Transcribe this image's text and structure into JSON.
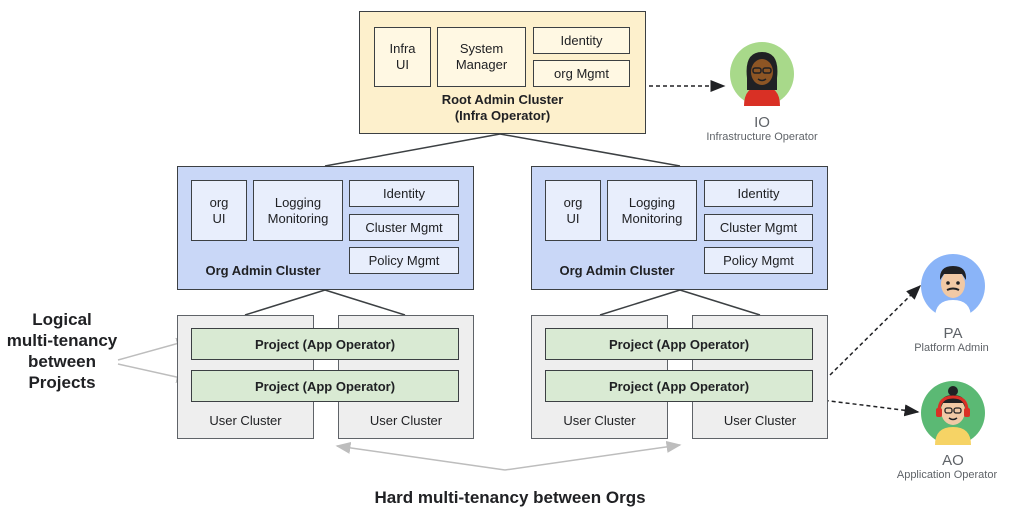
{
  "root_cluster": {
    "components": [
      "Infra\nUI",
      "System\nManager",
      "Identity",
      "org Mgmt"
    ],
    "title": "Root Admin Cluster\n(Infra Operator)"
  },
  "org_clusters": [
    {
      "components": [
        "org\nUI",
        "Logging\nMonitoring",
        "Identity",
        "Cluster Mgmt",
        "Policy Mgmt"
      ],
      "title": "Org Admin Cluster",
      "projects": [
        "Project (App Operator)",
        "Project (App Operator)"
      ],
      "user_clusters": [
        "User Cluster",
        "User Cluster"
      ]
    },
    {
      "components": [
        "org\nUI",
        "Logging\nMonitoring",
        "Identity",
        "Cluster Mgmt",
        "Policy Mgmt"
      ],
      "title": "Org Admin Cluster",
      "projects": [
        "Project (App Operator)",
        "Project  (App Operator)"
      ],
      "user_clusters": [
        "User Cluster",
        "User Cluster"
      ]
    }
  ],
  "labels": {
    "logical": "Logical\nmulti-tenancy\nbetween\nProjects",
    "hard": "Hard multi-tenancy between Orgs"
  },
  "personas": [
    {
      "abbr": "IO",
      "role": "Infrastructure Operator",
      "icon": "infrastructure-operator-avatar",
      "bg": "#a8d98a"
    },
    {
      "abbr": "PA",
      "role": "Platform Admin",
      "icon": "platform-admin-avatar",
      "bg": "#8ab4f8"
    },
    {
      "abbr": "AO",
      "role": "Application Operator",
      "icon": "application-operator-avatar",
      "bg": "#5bb974"
    }
  ]
}
